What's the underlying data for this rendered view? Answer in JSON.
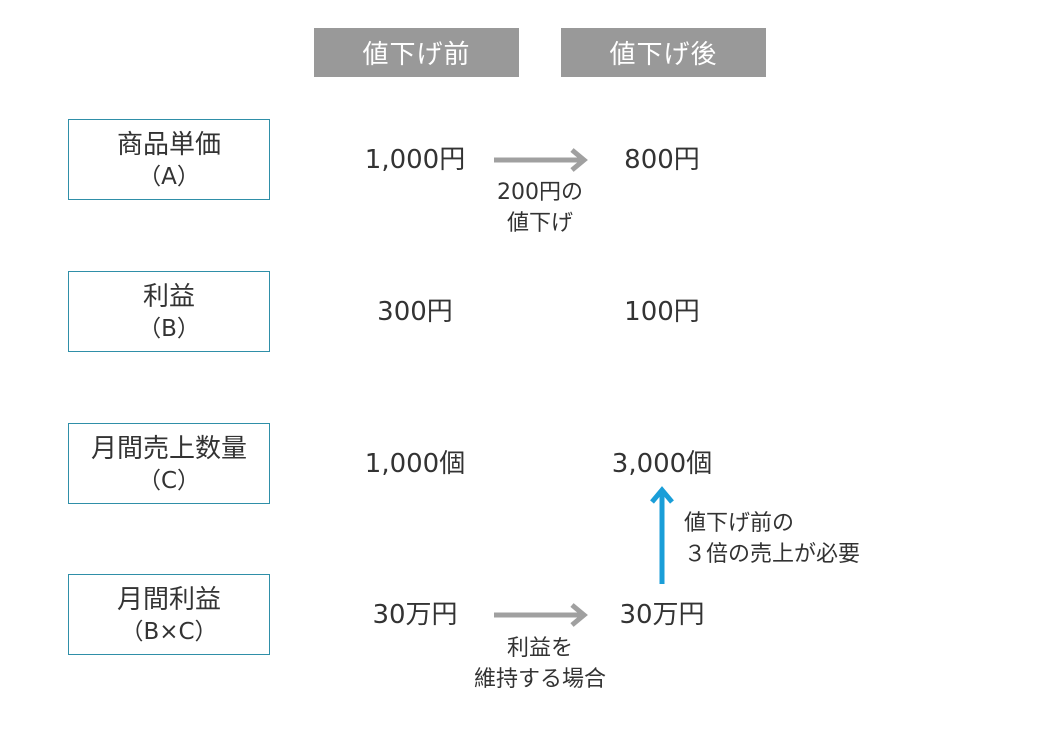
{
  "headers": {
    "before": "値下げ前",
    "after": "値下げ後"
  },
  "rows": [
    {
      "label": "商品単価",
      "sub": "（A）",
      "before": "1,000円",
      "after": "800円"
    },
    {
      "label": "利益",
      "sub": "（B）",
      "before": "300円",
      "after": "100円"
    },
    {
      "label": "月間売上数量",
      "sub": "（C）",
      "before": "1,000個",
      "after": "3,000個"
    },
    {
      "label": "月間利益",
      "sub": "（B×C）",
      "before": "30万円",
      "after": "30万円"
    }
  ],
  "notes": {
    "price_cut": [
      "200円の",
      "値下げ"
    ],
    "keep_profit": [
      "利益を",
      "維持する場合"
    ],
    "sales_needed": [
      "値下げ前の",
      "３倍の売上が必要"
    ]
  },
  "colors": {
    "header_bg": "#999999",
    "label_border": "#2f8fa8",
    "gray_arrow": "#a0a0a0",
    "blue_arrow": "#1a9ed8"
  }
}
